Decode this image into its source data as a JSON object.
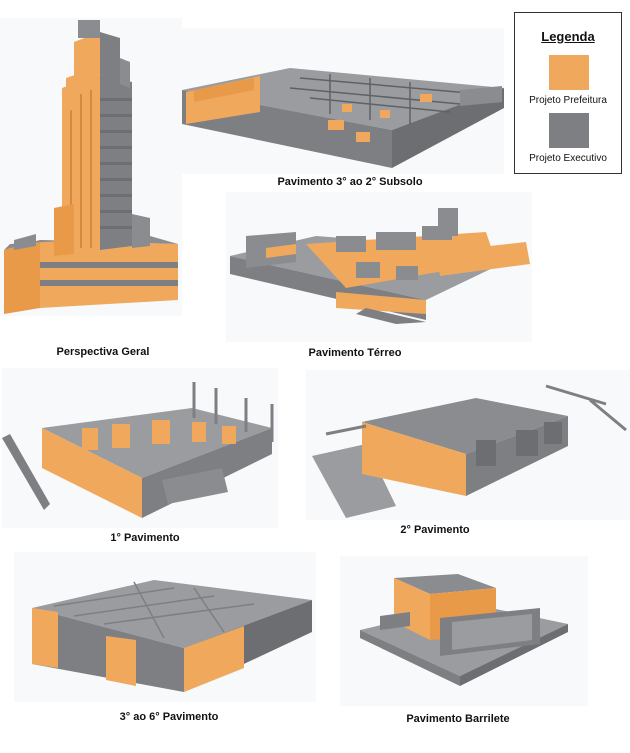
{
  "legend": {
    "title": "Legenda",
    "items": [
      {
        "label": "Projeto Prefeitura",
        "color": "#f0a95c"
      },
      {
        "label": "Projeto Executivo",
        "color": "#7d7f83"
      }
    ]
  },
  "views": [
    {
      "id": "perspectiva-geral",
      "caption": "Perspectiva Geral"
    },
    {
      "id": "subsolo",
      "caption": "Pavimento 3° ao 2° Subsolo"
    },
    {
      "id": "terreo",
      "caption": "Pavimento Térreo"
    },
    {
      "id": "pav1",
      "caption": "1° Pavimento"
    },
    {
      "id": "pav2",
      "caption": "2° Pavimento"
    },
    {
      "id": "pav3-6",
      "caption": "3° ao 6° Pavimento"
    },
    {
      "id": "barrilete",
      "caption": "Pavimento Barrilete"
    }
  ]
}
